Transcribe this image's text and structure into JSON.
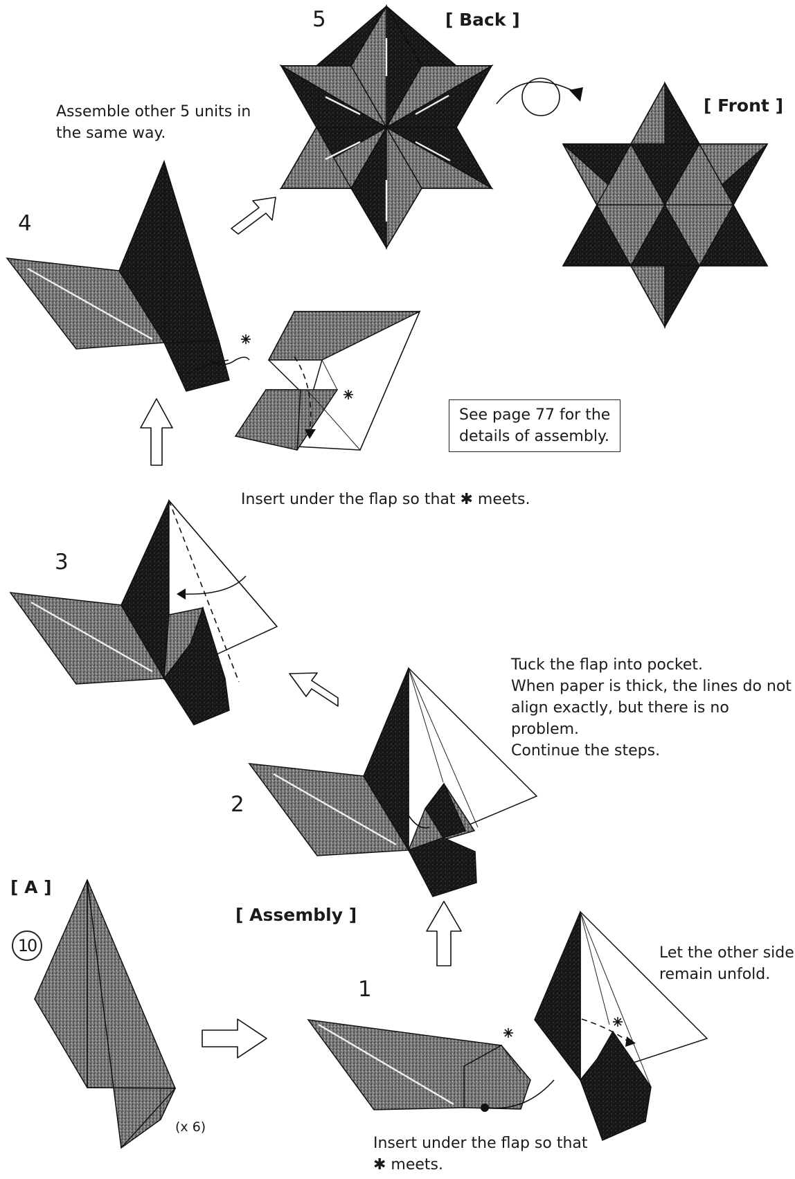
{
  "labels": {
    "back": "[ Back ]",
    "front": "[ Front ]",
    "assembly": "[ Assembly ]",
    "part_a": "[ A ]",
    "step_ten": "10",
    "multiplier": "(x 6)"
  },
  "steps": {
    "s1": "1",
    "s2": "2",
    "s3": "3",
    "s4": "4",
    "s5": "5"
  },
  "instructions": {
    "assemble_other": [
      "Assemble other 5 units in",
      "the same way."
    ],
    "see_page": [
      "See page 77 for the",
      "details of assembly."
    ],
    "insert_step4": "Insert under the flap so that ✱ meets.",
    "tuck": [
      "Tuck the flap into pocket.",
      "When paper is thick, the lines do not",
      "align exactly, but there is no",
      "problem.",
      "Continue the steps."
    ],
    "let_other": [
      "Let the other side",
      "remain unfold."
    ],
    "insert_step1": [
      "Insert under the flap so that",
      "✱ meets."
    ]
  },
  "icons": {
    "hollow_arrow": "hollow-arrow-icon",
    "turn_over": "turn-over-icon",
    "asterisk": "asterisk-icon",
    "dot": "dot-icon"
  },
  "colors": {
    "dark_paper": "#151515",
    "light_paper": "#777777",
    "ink": "#111111"
  }
}
